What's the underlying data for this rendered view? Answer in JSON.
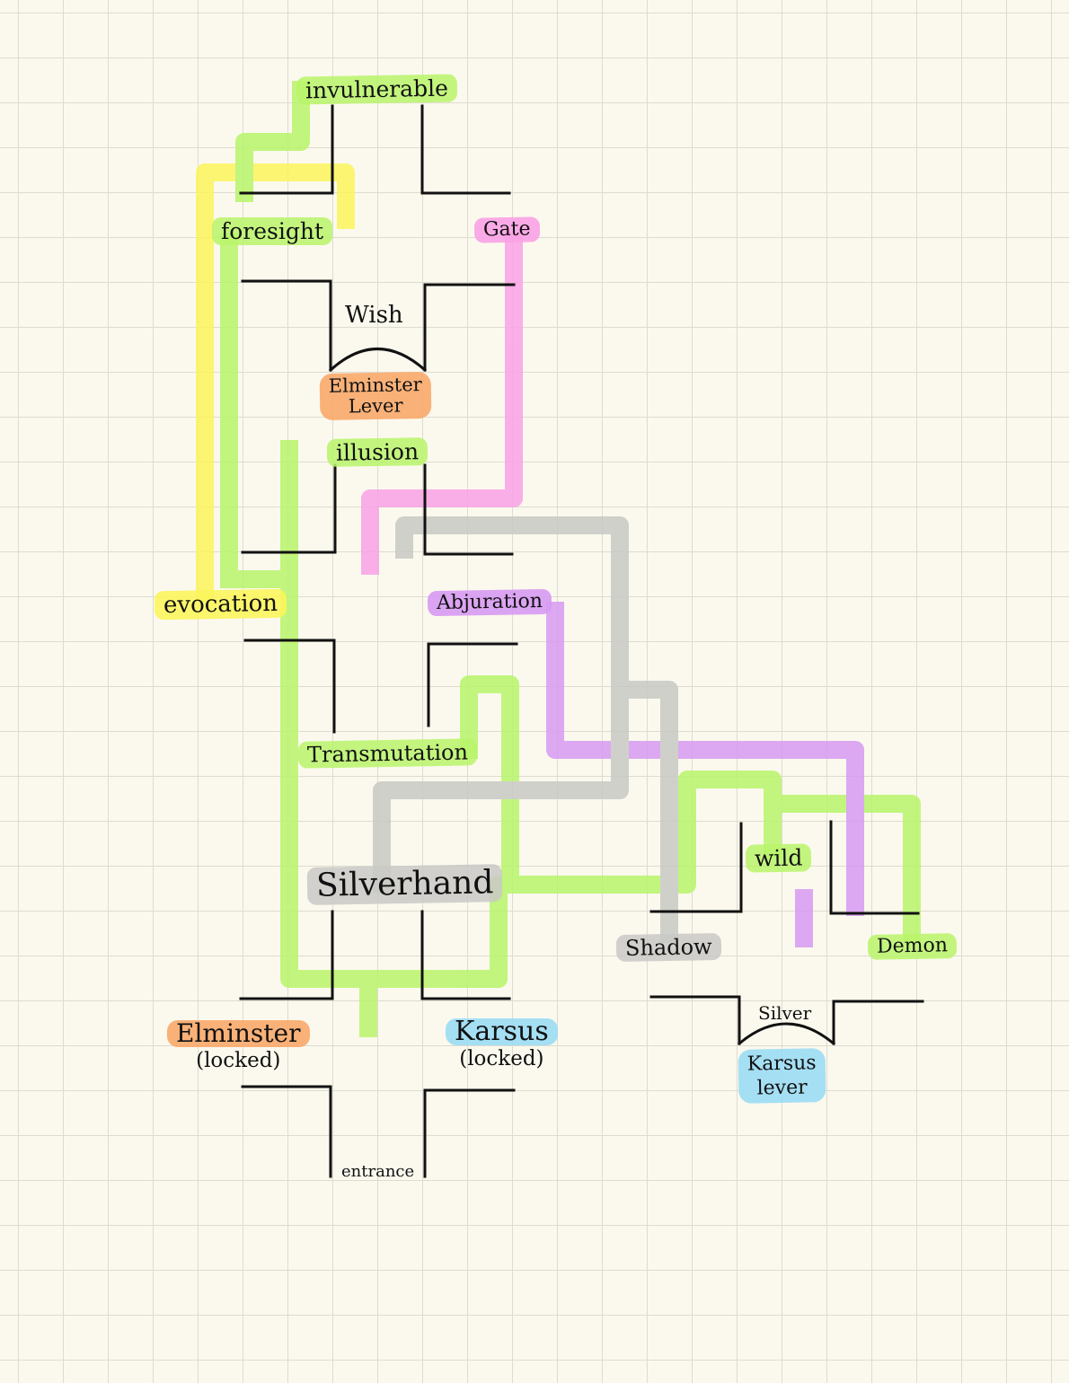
{
  "colors": {
    "background": "#fbf9ee",
    "grid": "#dedbd0",
    "ink": "#111111",
    "green": "#b8f56a",
    "yellow": "#fbf55c",
    "pink": "#f9a2e6",
    "purple": "#d79af2",
    "gray": "#c9c9c6",
    "orange": "#f8a96a",
    "blue": "#9bdcf4"
  },
  "rooms": {
    "invulnerable": "invulnerable",
    "foresight": "foresight",
    "gate": "Gate",
    "wish": "Wish",
    "elminster_lever": [
      "Elminster",
      "Lever"
    ],
    "illusion": "illusion",
    "evocation": "evocation",
    "abjuration": "Abjuration",
    "transmutation": "Transmutation",
    "silverhand": "Silverhand",
    "wild": "wild",
    "shadow": "Shadow",
    "demon": "Demon",
    "elminster_locked": [
      "Elminster",
      "(locked)"
    ],
    "karsus_locked": [
      "Karsus",
      "(locked)"
    ],
    "silver": "Silver",
    "karsus_lever": [
      "Karsus",
      "lever"
    ],
    "entrance": "entrance"
  }
}
